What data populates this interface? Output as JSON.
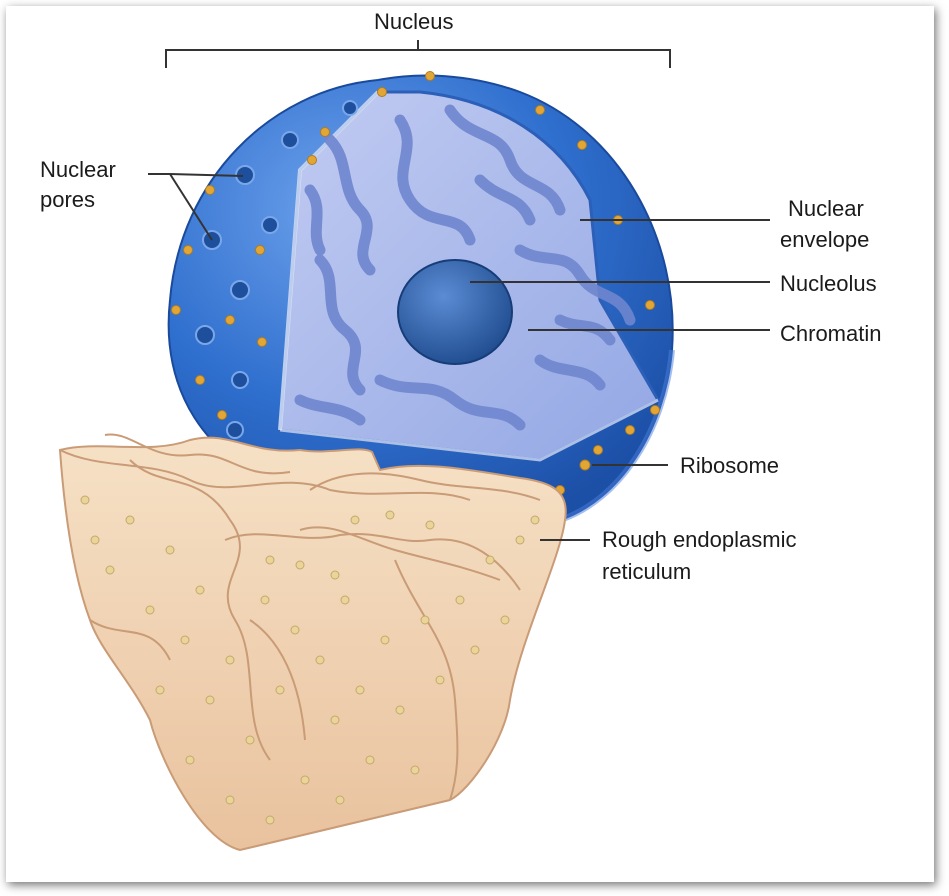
{
  "diagram": {
    "labels": {
      "nucleus": "Nucleus",
      "nuclear_pores_line1": "Nuclear",
      "nuclear_pores_line2": "pores",
      "nuclear_envelope_line1": "Nuclear",
      "nuclear_envelope_line2": "envelope",
      "nucleolus": "Nucleolus",
      "chromatin": "Chromatin",
      "ribosome": "Ribosome",
      "rough_er_line1": "Rough endoplasmic",
      "rough_er_line2": "reticulum"
    },
    "colors": {
      "envelope_outer": "#2f6fce",
      "interior": "#a9b8ea",
      "chromatin": "#6f86cf",
      "nucleolus": "#2a5a9e",
      "ribosome": "#e2a636",
      "er_body": "#f1d3b2",
      "er_ribosome": "#ead49a",
      "leader_lines": "#333333"
    }
  }
}
